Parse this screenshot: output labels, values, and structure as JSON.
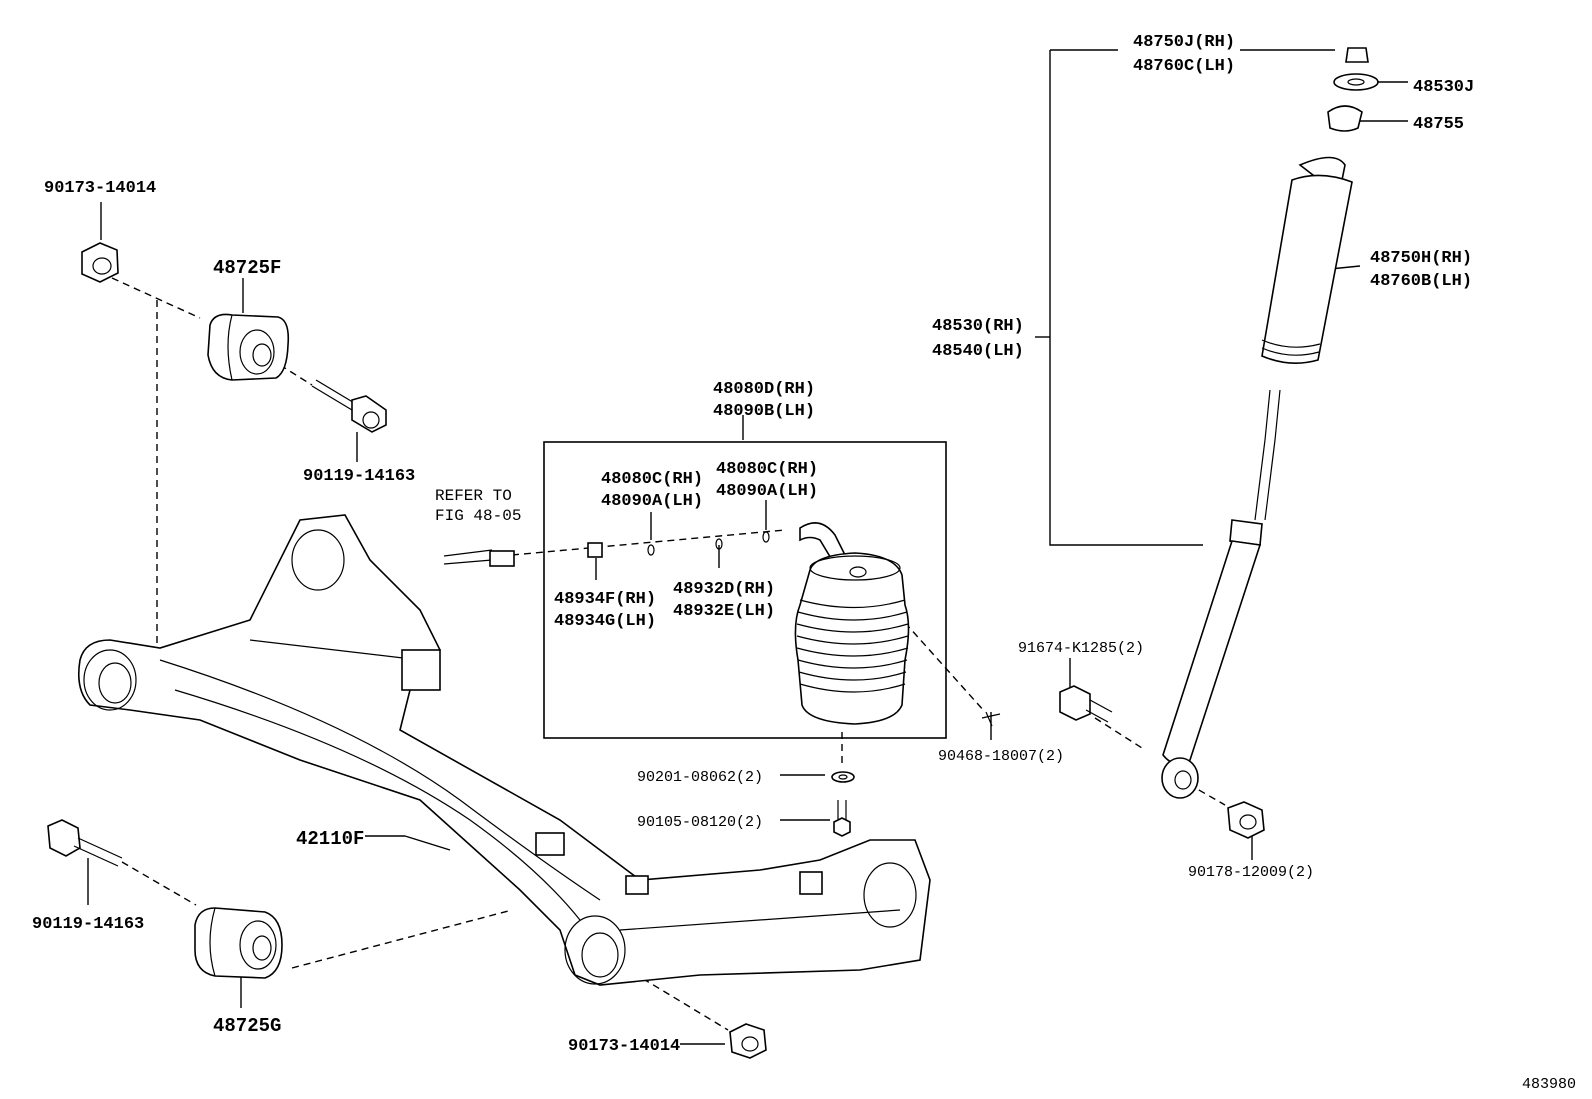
{
  "labels": {
    "nut_top_left": "90173-14014",
    "bushing_top": "48725F",
    "bolt_top": "90119-14163",
    "refer_line1": "REFER TO",
    "refer_line2": "FIG 48-05",
    "axle_beam": "42110F",
    "bolt_bottom": "90119-14163",
    "bushing_bottom": "48725G",
    "nut_bottom": "90173-14014",
    "air_spring_rh": "48080D(RH)",
    "air_spring_lh": "48090B(LH)",
    "oring1_rh": "48080C(RH)",
    "oring1_lh": "48090A(LH)",
    "oring2_rh": "48080C(RH)",
    "oring2_lh": "48090A(LH)",
    "clip_rh": "48934F(RH)",
    "clip_lh": "48934G(LH)",
    "ring_rh": "48932D(RH)",
    "ring_lh": "48932E(LH)",
    "washer": "90201-08062(2)",
    "bolt_small": "90105-08120(2)",
    "pin": "90468-18007(2)",
    "absorber_rh": "48530(RH)",
    "absorber_lh": "48540(LH)",
    "cushion_rh": "48750J(RH)",
    "cushion_lh": "48760C(LH)",
    "washer_top": "48530J",
    "support": "48755",
    "boot_rh": "48750H(RH)",
    "boot_lh": "48760B(LH)",
    "bolt_shock": "91674-K1285(2)",
    "nut_shock": "90178-12009(2)",
    "figure_number": "483980"
  }
}
